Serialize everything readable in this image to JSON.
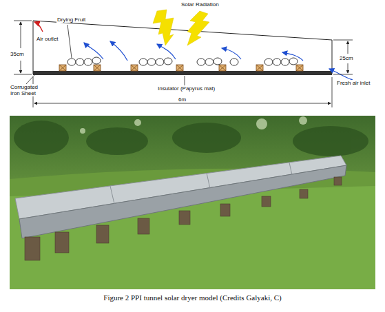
{
  "diagram": {
    "caption": "Figure 2 PPI tunnel solar dryer model (Credits Galyaki, C)",
    "labels": [
      "Solar Radiation",
      "Drying Fruit",
      "Air outlet",
      "35cm",
      "25cm",
      "Corrugated Iron Sheet",
      "Insulator (Papyrus mat)",
      "Fresh air inlet",
      "6m"
    ]
  }
}
